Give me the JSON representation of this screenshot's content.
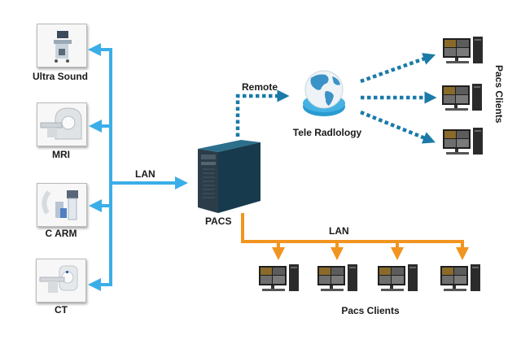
{
  "diagram": {
    "title": "PACS Network Architecture",
    "colors": {
      "lan_blue": "#3baee8",
      "remote_teal": "#1a7aa8",
      "lan_orange": "#f29420",
      "text": "#1a1a1a"
    },
    "modalities": [
      {
        "label": "Ultra Sound",
        "icon": "ultrasound-machine-icon"
      },
      {
        "label": "MRI",
        "icon": "mri-scanner-icon"
      },
      {
        "label": "C ARM",
        "icon": "c-arm-icon"
      },
      {
        "label": "CT",
        "icon": "ct-scanner-icon"
      }
    ],
    "lan_left_label": "LAN",
    "server": {
      "label": "PACS",
      "icon": "server-tower-icon"
    },
    "remote_label": "Remote",
    "teleradiology": {
      "label": "Tele Radlology",
      "icon": "globe-icon"
    },
    "remote_clients_label": "Pacs Clients",
    "remote_clients_count": 3,
    "lan_right_label": "LAN",
    "local_clients_label": "Pacs Clients",
    "local_clients_count": 4
  }
}
